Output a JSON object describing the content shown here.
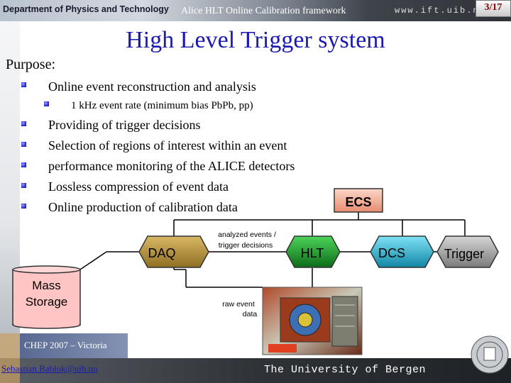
{
  "header": {
    "department": "Department of Physics and Technology",
    "title": "Alice HLT Online Calibration framework",
    "website": "www.ift.uib.no",
    "page_number": "3/17"
  },
  "slide": {
    "title": "High Level Trigger system",
    "purpose_label": "Purpose:",
    "bullets": [
      {
        "text": "Online event reconstruction and analysis",
        "level": 1
      },
      {
        "text": "1 kHz event rate (minimum bias PbPb, pp)",
        "level": 2
      },
      {
        "text": "Providing of trigger decisions",
        "level": 1
      },
      {
        "text": "Selection of regions of interest within an event",
        "level": 1
      },
      {
        "text": "performance monitoring of the ALICE detectors",
        "level": 1
      },
      {
        "text": "Lossless compression of event data",
        "level": 1
      },
      {
        "text": "Online production of calibration data",
        "level": 1
      }
    ]
  },
  "diagram": {
    "ecs_label": "ECS",
    "daq_label": "DAQ",
    "hlt_label": "HLT",
    "dcs_label": "DCS",
    "trigger_label": "Trigger",
    "mass_storage_label_line1": "Mass",
    "mass_storage_label_line2": "Storage",
    "analyzed_events_line1": "analyzed events /",
    "analyzed_events_line2": "trigger decisions",
    "raw_event_line1": "raw event",
    "raw_event_line2": "data",
    "colors": {
      "ecs": "#f4a890",
      "daq": "#b8923a",
      "hlt": "#1a9b2a",
      "dcs": "#22a6c8",
      "trigger": "#9a9a9a",
      "mass_storage": "#ffc4c4"
    }
  },
  "footer": {
    "event": "CHEP 2007 – Victoria",
    "email": "Sebastian.Bablok@uib.no",
    "university": "The University of Bergen"
  }
}
